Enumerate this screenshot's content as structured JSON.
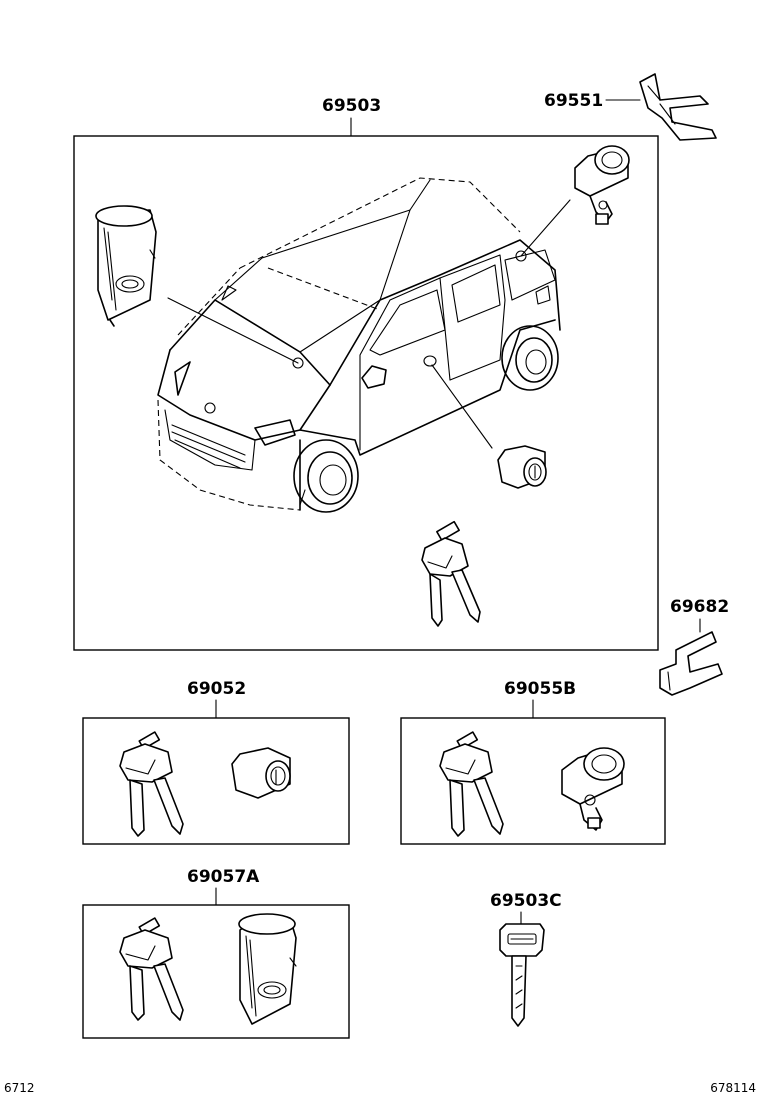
{
  "parts": {
    "p69503": "69503",
    "p69551": "69551",
    "p69682": "69682",
    "p69052": "69052",
    "p69055B": "69055B",
    "p69057A": "69057A",
    "p69503C": "69503C"
  },
  "footer": {
    "left": "6712",
    "right": "678114"
  }
}
